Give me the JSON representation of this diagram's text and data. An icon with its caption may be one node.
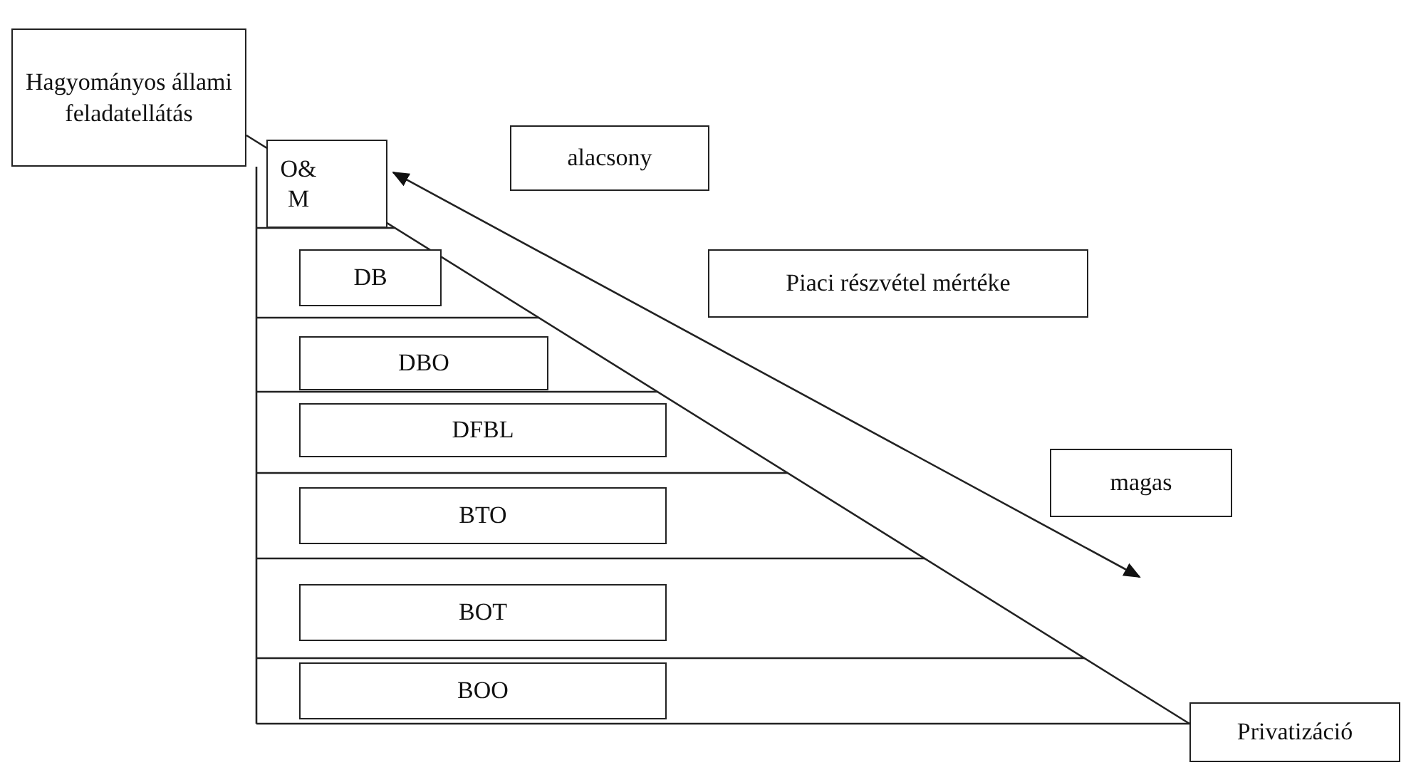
{
  "diagram": {
    "nodes": [
      {
        "text": [
          "Hagyományos állami feladatellátás"
        ]
      },
      {
        "text": [
          "O& M"
        ]
      },
      {
        "text": [
          "alacsony"
        ]
      },
      {
        "text": [
          "DB"
        ]
      },
      {
        "text": [
          "Piaci részvétel mértéke"
        ]
      },
      {
        "text": [
          "DBO"
        ]
      },
      {
        "text": [
          "DFBL"
        ]
      },
      {
        "text": [
          "magas"
        ]
      },
      {
        "text": [
          "BTO"
        ]
      },
      {
        "text": [
          "BOT"
        ]
      },
      {
        "text": [
          "BOO"
        ]
      },
      {
        "text": [
          "Privatizáció"
        ]
      }
    ]
  }
}
